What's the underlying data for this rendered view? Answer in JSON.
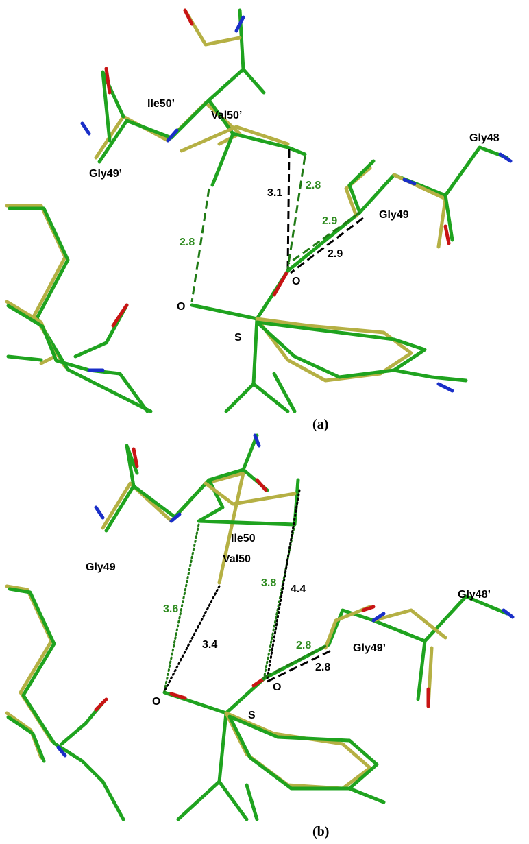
{
  "panel_a": {
    "caption": "(a)",
    "residues": {
      "ile50p": "Ile50’",
      "val50p": "Val50’",
      "gly49p": "Gly49’",
      "gly48": "Gly48",
      "gly49": "Gly49"
    },
    "atoms": {
      "o_left": "O",
      "o_right": "O",
      "s": "S"
    },
    "distances": {
      "green_left": "2.8",
      "black_mid": "3.1",
      "green_mid": "2.8",
      "green_right": "2.9",
      "black_right": "2.9"
    }
  },
  "panel_b": {
    "caption": "(b)",
    "residues": {
      "ile50": "Ile50",
      "val50": "Val50",
      "gly49": "Gly49",
      "gly48p": "Gly48’",
      "gly49p": "Gly49’"
    },
    "atoms": {
      "o_left": "O",
      "o_right": "O",
      "s": "S"
    },
    "distances": {
      "green_left": "3.6",
      "black_left": "3.4",
      "green_mid": "3.8",
      "black_mid": "4.4",
      "green_right": "2.8",
      "black_right": "2.8"
    }
  },
  "colors": {
    "structure_green": "#1fa31f",
    "structure_yellow": "#b5b044",
    "oxygen": "#c81414",
    "nitrogen": "#1a2fc8",
    "hbond_green_label": "#2e8b1f",
    "hbond_black_label": "#000000"
  }
}
